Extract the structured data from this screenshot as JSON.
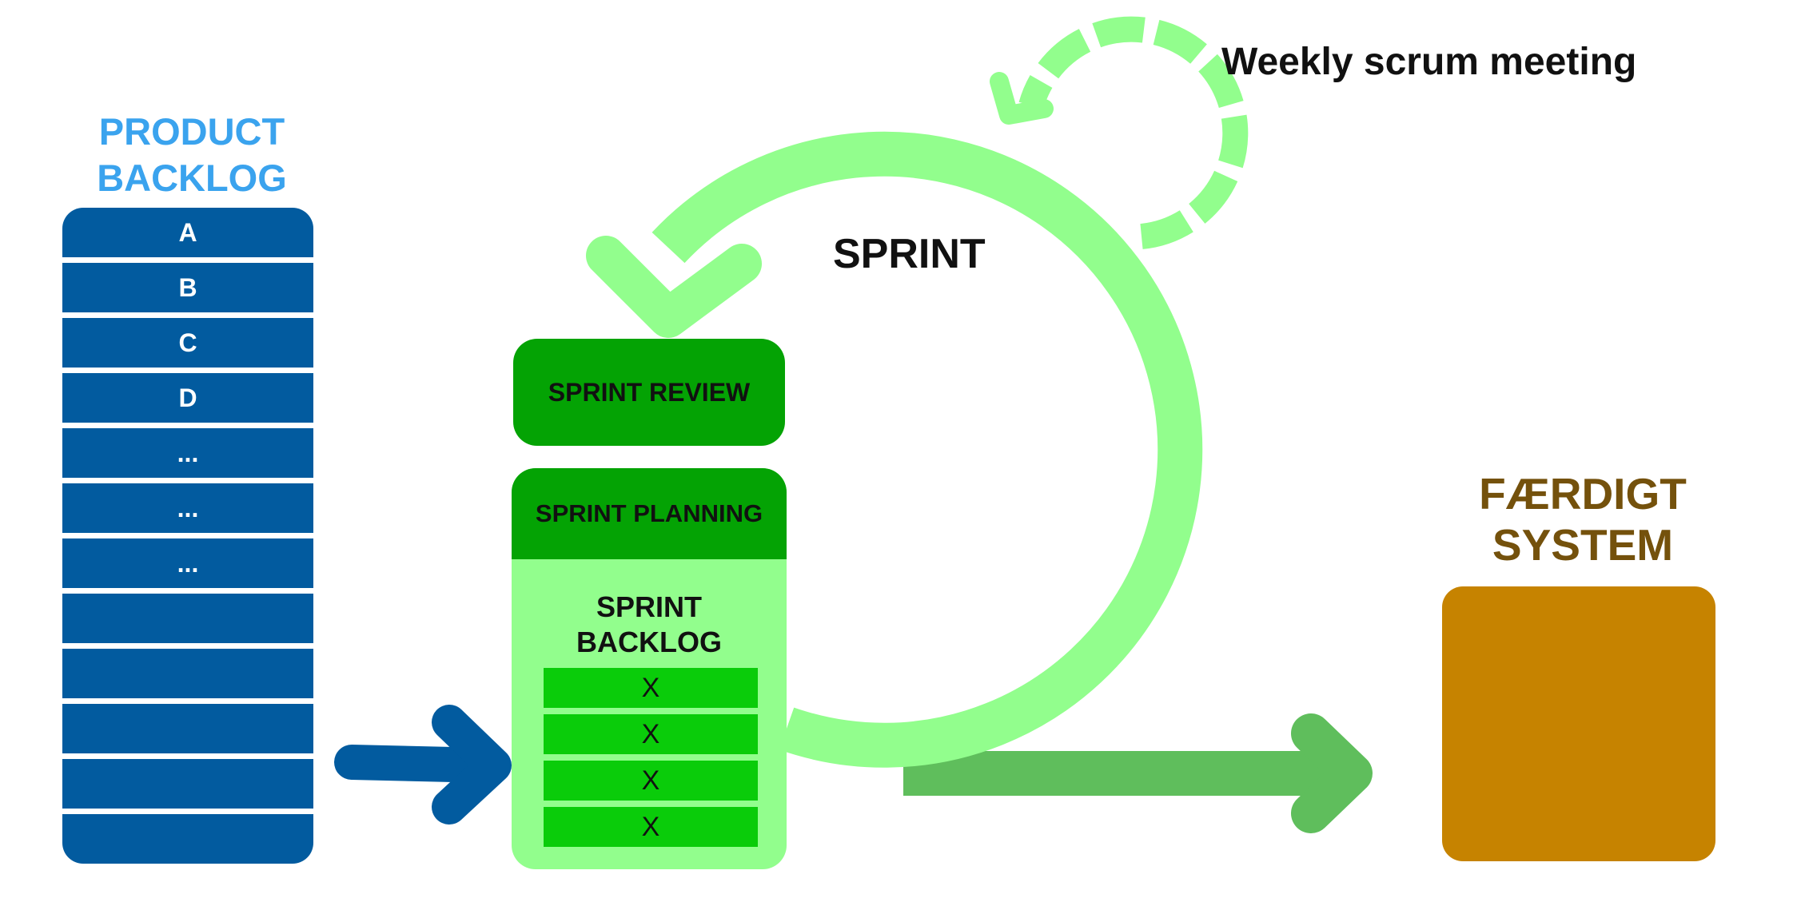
{
  "product_backlog": {
    "title_line1": "PRODUCT",
    "title_line2": "BACKLOG",
    "items": [
      "A",
      "B",
      "C",
      "D",
      "...",
      "...",
      "...",
      "",
      "",
      "",
      "",
      ""
    ]
  },
  "sprint": {
    "label": "SPRINT",
    "weekly_meeting": "Weekly scrum meeting",
    "review": "SPRINT REVIEW",
    "planning": "SPRINT PLANNING",
    "backlog_line1": "SPRINT",
    "backlog_line2": "BACKLOG",
    "backlog_items": [
      "X",
      "X",
      "X",
      "X"
    ]
  },
  "finished_system": {
    "line1": "FÆRDIGT",
    "line2": "SYSTEM"
  },
  "colors": {
    "product_blue": "#025b9f",
    "product_title": "#3aa3ee",
    "sprint_light_green": "#92fe8d",
    "sprint_dark_green": "#04a304",
    "backlog_item_green": "#0acc0a",
    "release_arrow_green": "#5fbe5c",
    "finished_box": "#c68300",
    "finished_title": "#74510c"
  }
}
